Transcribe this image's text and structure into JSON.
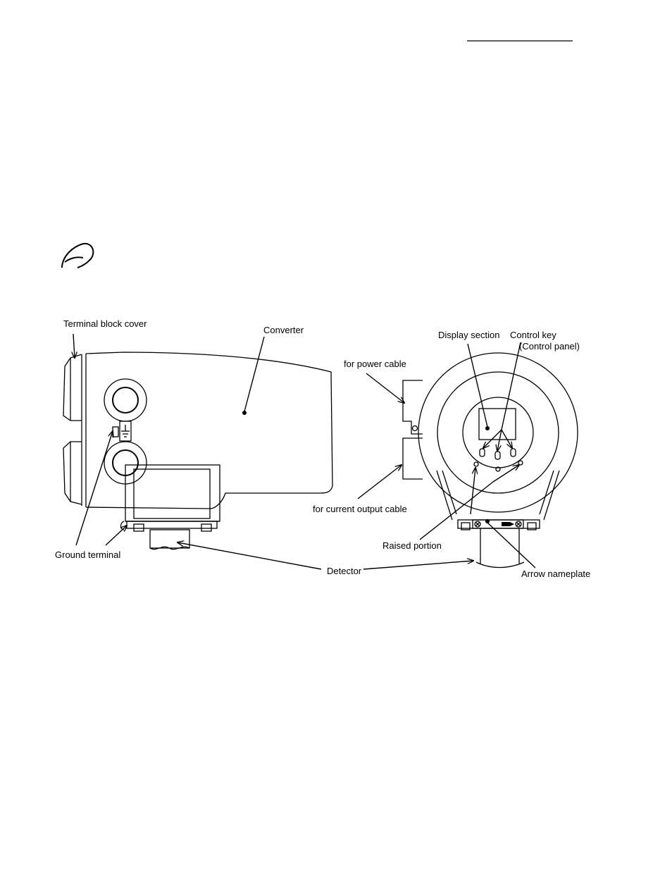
{
  "labels": {
    "terminal_block_cover": "Terminal block cover",
    "converter": "Converter",
    "ground_terminal": "Ground terminal",
    "detector": "Detector",
    "display_section": "Display section",
    "control_key": "Control key",
    "control_panel": "(Control panel)",
    "for_power_cable": "for power cable",
    "for_current_output_cable": "for current output cable",
    "raised_portion": "Raised portion",
    "arrow_nameplate": "Arrow nameplate"
  }
}
